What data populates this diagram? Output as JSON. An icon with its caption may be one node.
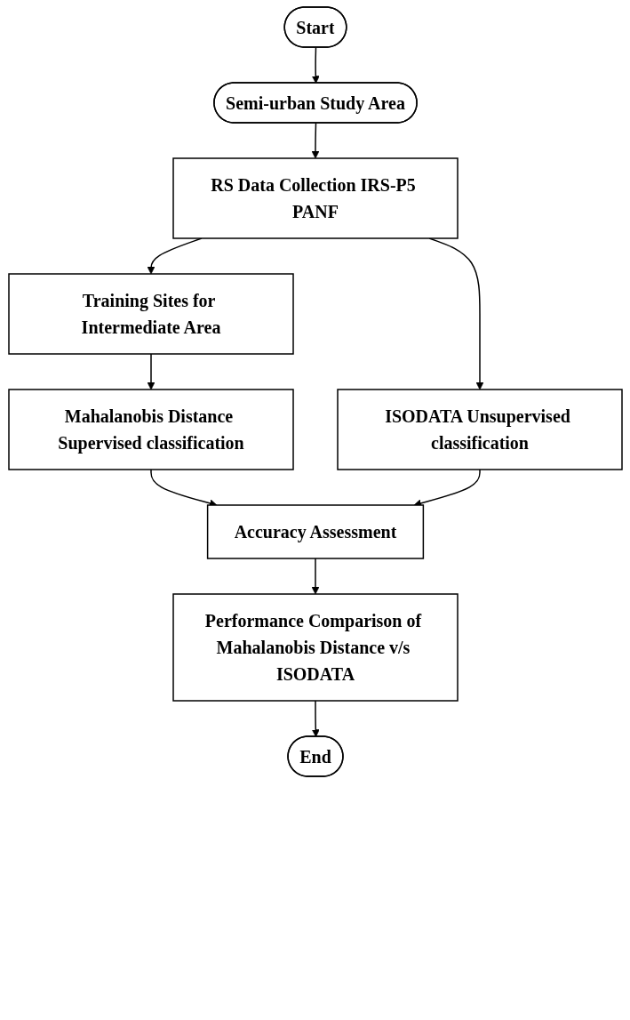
{
  "diagram": {
    "nodes": [
      {
        "text": [
          "Start"
        ]
      },
      {
        "text": [
          "Semi-urban Study Area"
        ]
      },
      {
        "text": [
          "RS Data Collection IRS-P5 PANF"
        ]
      },
      {
        "text": [
          "Training Sites for Intermediate Area"
        ]
      },
      {
        "text": [
          "ISODATA Unsupervised classification"
        ]
      },
      {
        "text": [
          "Mahalanobis Distance Supervised classification"
        ]
      },
      {
        "text": [
          "Accuracy Assessment"
        ]
      },
      {
        "text": [
          "Performance Comparison of Mahalanobis Distance v/s ISODATA"
        ]
      },
      {
        "text": [
          "End"
        ]
      }
    ],
    "edges": [
      {
        "from": 0,
        "to": 1,
        "arrow": "to"
      },
      {
        "from": 1,
        "to": 2,
        "arrow": "to"
      },
      {
        "from": 2,
        "to": 3,
        "arrow": "to"
      },
      {
        "from": 2,
        "to": 4,
        "arrow": "to"
      },
      {
        "from": 3,
        "to": 5,
        "arrow": "to"
      },
      {
        "from": 5,
        "to": 6,
        "arrow": "to"
      },
      {
        "from": 4,
        "to": 6,
        "arrow": "to"
      },
      {
        "from": 6,
        "to": 7,
        "arrow": "to"
      },
      {
        "from": 7,
        "to": 8,
        "arrow": "to"
      }
    ]
  }
}
